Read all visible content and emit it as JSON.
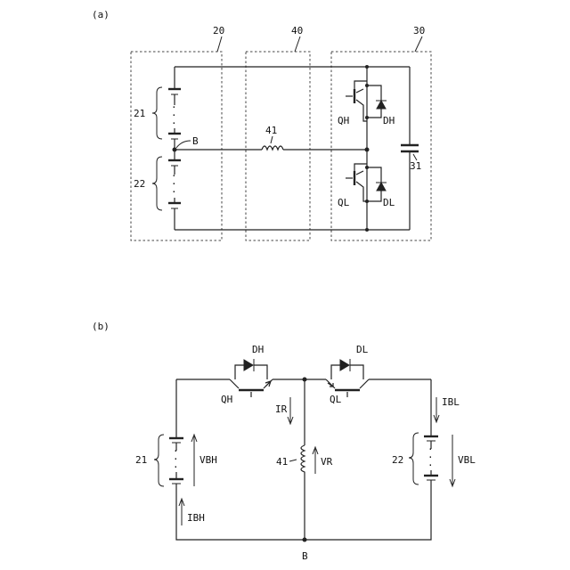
{
  "figure_a": {
    "panel_label": "(a)",
    "block_labels": {
      "battery_unit": "20",
      "inductor_unit": "40",
      "converter_unit": "30"
    },
    "battery_labels": {
      "upper": "21",
      "lower": "22"
    },
    "node_label": "B",
    "inductor_label": "41",
    "capacitor_label": "31",
    "switch_labels": {
      "upper_transistor": "QH",
      "upper_diode": "DH",
      "lower_transistor": "QL",
      "lower_diode": "DL"
    }
  },
  "figure_b": {
    "panel_label": "(b)",
    "battery_labels": {
      "left": "21",
      "right": "22"
    },
    "switch_labels": {
      "left_diode": "DH",
      "left_transistor": "QH",
      "right_diode": "DL",
      "right_transistor": "QL"
    },
    "inductor_label": "41",
    "node_label": "B",
    "quantities": {
      "left_voltage": "VBH",
      "left_current": "IBH",
      "inductor_current": "IR",
      "inductor_voltage": "VR",
      "right_current": "IBL",
      "right_voltage": "VBL"
    }
  }
}
